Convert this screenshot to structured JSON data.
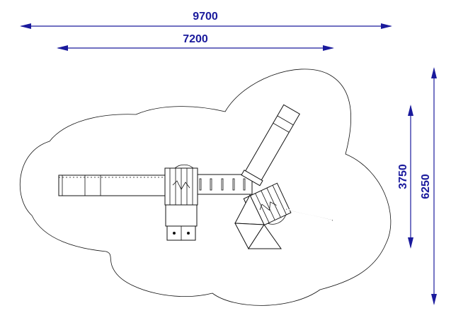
{
  "dimensions": {
    "overall_width": "9700",
    "structure_width": "7200",
    "structure_depth": "3750",
    "overall_depth": "6250"
  },
  "colors": {
    "dimension": "#1a1a9c",
    "line": "#111111"
  }
}
